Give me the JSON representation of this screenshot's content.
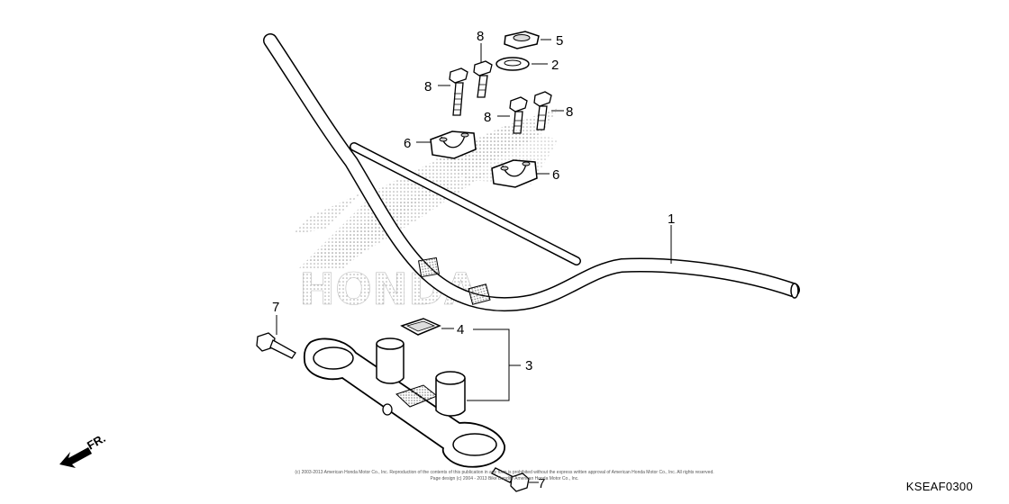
{
  "diagram": {
    "brand_watermark": "HONDA",
    "front_indicator": "FR.",
    "diagram_code": "KSEAF0300",
    "copyright_line1": "(c) 2003-2013 American Honda Motor Co., Inc. Reproduction of the contents of this publication in any form is prohibited without the express written approval of American Honda Motor Co., Inc. All rights reserved.",
    "copyright_line2": "Page design (c) 2004 - 2013 Bike Bandit / American Honda Motor Co., Inc.",
    "callouts": [
      {
        "id": "handlebar",
        "label": "1"
      },
      {
        "id": "washer",
        "label": "2"
      },
      {
        "id": "upper-holder-assembly",
        "label": "3"
      },
      {
        "id": "plate",
        "label": "4"
      },
      {
        "id": "nut",
        "label": "5"
      },
      {
        "id": "holder-left",
        "label": "6"
      },
      {
        "id": "holder-right",
        "label": "6"
      },
      {
        "id": "bolt-lower-left",
        "label": "7"
      },
      {
        "id": "bolt-lower-bottom",
        "label": "7"
      },
      {
        "id": "bolt-top-a",
        "label": "8"
      },
      {
        "id": "bolt-top-b",
        "label": "8"
      },
      {
        "id": "bolt-mid-a",
        "label": "8"
      },
      {
        "id": "bolt-mid-b",
        "label": "8"
      }
    ]
  }
}
